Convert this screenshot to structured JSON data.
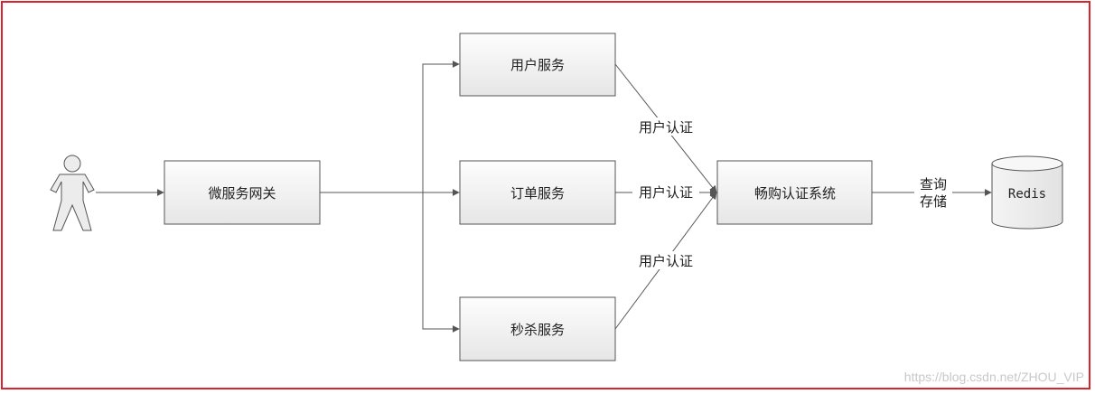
{
  "nodes": {
    "gateway": "微服务网关",
    "user_service": "用户服务",
    "order_service": "订单服务",
    "seckill_service": "秒杀服务",
    "auth_system": "畅购认证系统",
    "redis": "Redis"
  },
  "edges": {
    "user_auth_top": "用户认证",
    "user_auth_mid": "用户认证",
    "user_auth_bottom": "用户认证",
    "query_line1": "查询",
    "query_line2": "存储"
  },
  "watermark": "https://blog.csdn.net/ZHOU_VIP",
  "colors": {
    "frame_border": "#d9232d",
    "box_border": "#555555",
    "line": "#555555"
  }
}
